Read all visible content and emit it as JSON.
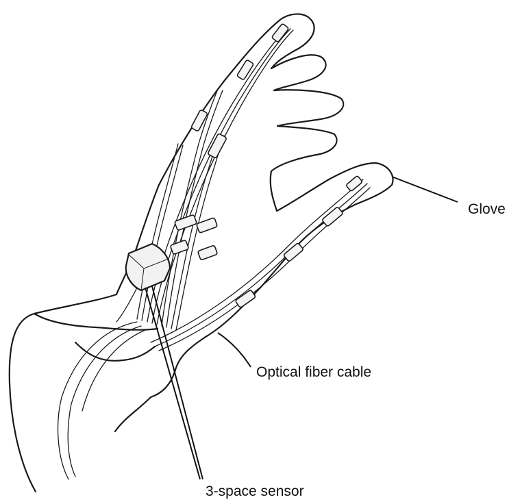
{
  "labels": {
    "glove": "Glove",
    "optical_fiber_cable": "Optical fiber cable",
    "three_space_sensor": "3-space sensor"
  },
  "colors": {
    "ink": "#1a1a1a",
    "background": "#ffffff"
  }
}
